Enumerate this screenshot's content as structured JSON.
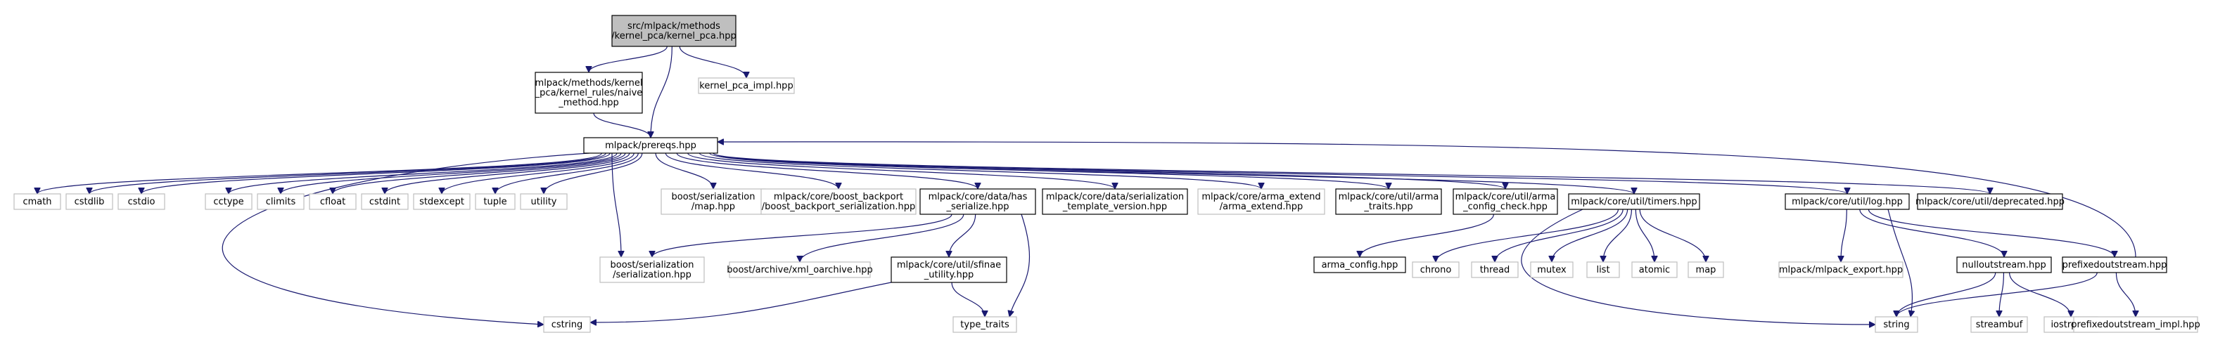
{
  "colors": {
    "edge": "#191970",
    "root_fill": "#bfbfbf",
    "internal_border": "#000000",
    "external_border": "#bfbfbf",
    "text": "#000000"
  },
  "nodes": [
    {
      "id": "root",
      "lines": [
        "src/mlpack/methods",
        "/kernel_pca/kernel_pca.hpp"
      ],
      "kind": "root"
    },
    {
      "id": "naive",
      "lines": [
        "mlpack/methods/kernel",
        "_pca/kernel_rules/naive",
        "_method.hpp"
      ],
      "kind": "internal"
    },
    {
      "id": "kpca_impl",
      "lines": [
        "kernel_pca_impl.hpp"
      ],
      "kind": "external"
    },
    {
      "id": "prereqs",
      "lines": [
        "mlpack/prereqs.hpp"
      ],
      "kind": "internal"
    },
    {
      "id": "cmath",
      "lines": [
        "cmath"
      ],
      "kind": "external"
    },
    {
      "id": "cstdlib",
      "lines": [
        "cstdlib"
      ],
      "kind": "external"
    },
    {
      "id": "cstdio",
      "lines": [
        "cstdio"
      ],
      "kind": "external"
    },
    {
      "id": "cctype",
      "lines": [
        "cctype"
      ],
      "kind": "external"
    },
    {
      "id": "climits",
      "lines": [
        "climits"
      ],
      "kind": "external"
    },
    {
      "id": "cfloat",
      "lines": [
        "cfloat"
      ],
      "kind": "external"
    },
    {
      "id": "cstdint",
      "lines": [
        "cstdint"
      ],
      "kind": "external"
    },
    {
      "id": "stdexcept",
      "lines": [
        "stdexcept"
      ],
      "kind": "external"
    },
    {
      "id": "tuple",
      "lines": [
        "tuple"
      ],
      "kind": "external"
    },
    {
      "id": "utility",
      "lines": [
        "utility"
      ],
      "kind": "external"
    },
    {
      "id": "bmap",
      "lines": [
        "boost/serialization",
        "/map.hpp"
      ],
      "kind": "external"
    },
    {
      "id": "bbackport",
      "lines": [
        "mlpack/core/boost_backport",
        "/boost_backport_serialization.hpp"
      ],
      "kind": "external"
    },
    {
      "id": "hasser",
      "lines": [
        "mlpack/core/data/has",
        "_serialize.hpp"
      ],
      "kind": "internal"
    },
    {
      "id": "sertv",
      "lines": [
        "mlpack/core/data/serialization",
        "_template_version.hpp"
      ],
      "kind": "internal"
    },
    {
      "id": "armaext",
      "lines": [
        "mlpack/core/arma_extend",
        "/arma_extend.hpp"
      ],
      "kind": "external"
    },
    {
      "id": "armatraits",
      "lines": [
        "mlpack/core/util/arma",
        "_traits.hpp"
      ],
      "kind": "internal"
    },
    {
      "id": "armacfgchk",
      "lines": [
        "mlpack/core/util/arma",
        "_config_check.hpp"
      ],
      "kind": "internal"
    },
    {
      "id": "timers",
      "lines": [
        "mlpack/core/util/timers.hpp"
      ],
      "kind": "internal"
    },
    {
      "id": "log",
      "lines": [
        "mlpack/core/util/log.hpp"
      ],
      "kind": "internal"
    },
    {
      "id": "deprecated",
      "lines": [
        "mlpack/core/util/deprecated.hpp"
      ],
      "kind": "internal"
    },
    {
      "id": "bser",
      "lines": [
        "boost/serialization",
        "/serialization.hpp"
      ],
      "kind": "external"
    },
    {
      "id": "xmlarch",
      "lines": [
        "boost/archive/xml_oarchive.hpp"
      ],
      "kind": "external"
    },
    {
      "id": "sfinae",
      "lines": [
        "mlpack/core/util/sfinae",
        "_utility.hpp"
      ],
      "kind": "internal"
    },
    {
      "id": "cstring",
      "lines": [
        "cstring"
      ],
      "kind": "external"
    },
    {
      "id": "typetraits",
      "lines": [
        "type_traits"
      ],
      "kind": "external"
    },
    {
      "id": "armacfg",
      "lines": [
        "arma_config.hpp"
      ],
      "kind": "internal"
    },
    {
      "id": "chrono",
      "lines": [
        "chrono"
      ],
      "kind": "external"
    },
    {
      "id": "thread",
      "lines": [
        "thread"
      ],
      "kind": "external"
    },
    {
      "id": "mutex",
      "lines": [
        "mutex"
      ],
      "kind": "external"
    },
    {
      "id": "list",
      "lines": [
        "list"
      ],
      "kind": "external"
    },
    {
      "id": "atomic",
      "lines": [
        "atomic"
      ],
      "kind": "external"
    },
    {
      "id": "map",
      "lines": [
        "map"
      ],
      "kind": "external"
    },
    {
      "id": "export",
      "lines": [
        "mlpack/mlpack_export.hpp"
      ],
      "kind": "external"
    },
    {
      "id": "nullout",
      "lines": [
        "nulloutstream.hpp"
      ],
      "kind": "internal"
    },
    {
      "id": "prefixout",
      "lines": [
        "prefixedoutstream.hpp"
      ],
      "kind": "internal"
    },
    {
      "id": "string",
      "lines": [
        "string"
      ],
      "kind": "external"
    },
    {
      "id": "streambuf",
      "lines": [
        "streambuf"
      ],
      "kind": "external"
    },
    {
      "id": "iostream",
      "lines": [
        "iostream"
      ],
      "kind": "external"
    },
    {
      "id": "prefiximpl",
      "lines": [
        "prefixedoutstream_impl.hpp"
      ],
      "kind": "external"
    }
  ],
  "edges": [
    [
      "root",
      "naive"
    ],
    [
      "root",
      "kpca_impl"
    ],
    [
      "root",
      "prereqs"
    ],
    [
      "naive",
      "prereqs"
    ],
    [
      "prereqs",
      "cmath"
    ],
    [
      "prereqs",
      "cstdlib"
    ],
    [
      "prereqs",
      "cstdio"
    ],
    [
      "prereqs",
      "cstring"
    ],
    [
      "prereqs",
      "cctype"
    ],
    [
      "prereqs",
      "climits"
    ],
    [
      "prereqs",
      "cfloat"
    ],
    [
      "prereqs",
      "cstdint"
    ],
    [
      "prereqs",
      "stdexcept"
    ],
    [
      "prereqs",
      "tuple"
    ],
    [
      "prereqs",
      "utility"
    ],
    [
      "prereqs",
      "bser"
    ],
    [
      "prereqs",
      "bmap"
    ],
    [
      "prereqs",
      "bbackport"
    ],
    [
      "prereqs",
      "hasser"
    ],
    [
      "prereqs",
      "sertv"
    ],
    [
      "prereqs",
      "armaext"
    ],
    [
      "prereqs",
      "armatraits"
    ],
    [
      "prereqs",
      "armacfgchk"
    ],
    [
      "prereqs",
      "timers"
    ],
    [
      "prereqs",
      "log"
    ],
    [
      "prereqs",
      "deprecated"
    ],
    [
      "hasser",
      "bser"
    ],
    [
      "hasser",
      "xmlarch"
    ],
    [
      "hasser",
      "sfinae"
    ],
    [
      "hasser",
      "typetraits"
    ],
    [
      "sfinae",
      "cstring"
    ],
    [
      "sfinae",
      "typetraits"
    ],
    [
      "armacfgchk",
      "armacfg"
    ],
    [
      "timers",
      "chrono"
    ],
    [
      "timers",
      "thread"
    ],
    [
      "timers",
      "mutex"
    ],
    [
      "timers",
      "list"
    ],
    [
      "timers",
      "atomic"
    ],
    [
      "timers",
      "map"
    ],
    [
      "timers",
      "string"
    ],
    [
      "log",
      "export"
    ],
    [
      "log",
      "nullout"
    ],
    [
      "log",
      "prefixout"
    ],
    [
      "log",
      "string"
    ],
    [
      "nullout",
      "string"
    ],
    [
      "nullout",
      "streambuf"
    ],
    [
      "nullout",
      "iostream"
    ],
    [
      "prefixout",
      "string"
    ],
    [
      "prefixout",
      "prefiximpl"
    ],
    [
      "prefixout",
      "prereqs"
    ]
  ]
}
